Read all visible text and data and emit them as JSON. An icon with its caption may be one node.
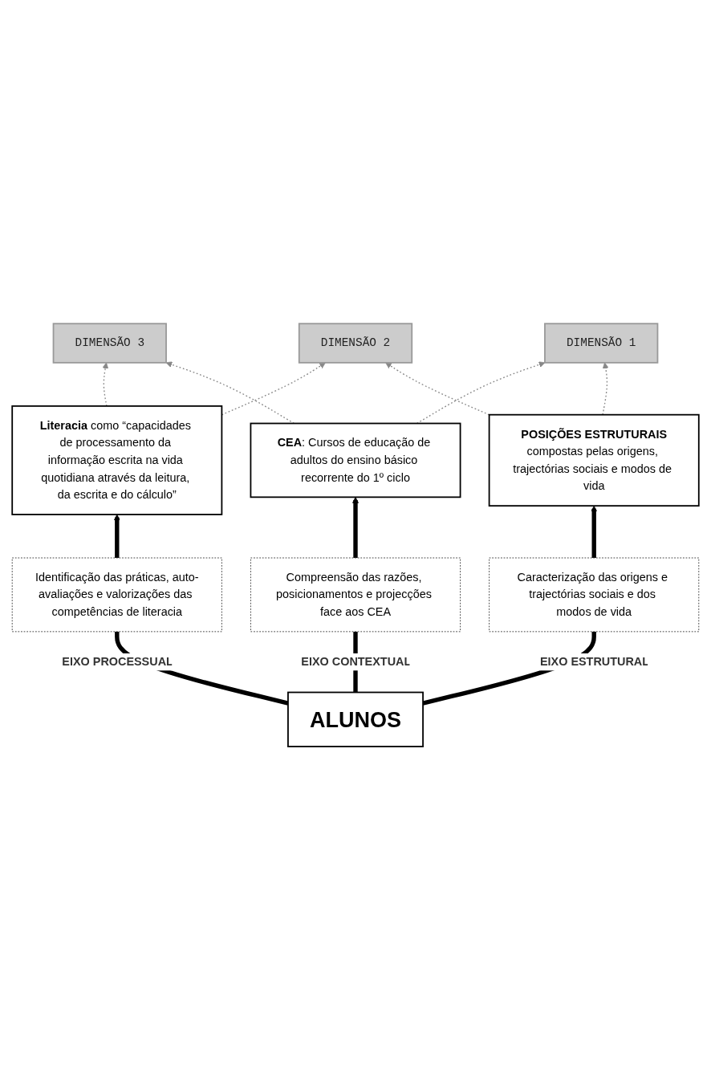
{
  "diagram": {
    "nodes": [
      {
        "text": [
          "DIMENSÃO 3"
        ]
      },
      {
        "text": [
          "**Literacia** como “capacidades de processamento da informação escrita na vida quotidiana através da leitura, da escrita e do cálculo”"
        ]
      },
      {
        "text": [
          "**CEA**: Cursos de educação de adultos do ensino básico recorrente do 1º ciclo"
        ]
      },
      {
        "text": [
          "Identificação das práticas, auto-avaliações e valorizações das competências de literacia"
        ]
      },
      {
        "text": [
          "Compreensão das razões, posicionamentos e projecções face aos CEA"
        ]
      },
      {
        "text": [
          "DIMENSÃO 2"
        ]
      },
      {
        "text": [
          "ALUNOS"
        ]
      },
      {
        "text": [
          "DIMENSÃO 1"
        ]
      },
      {
        "text": [
          "Caracterização das origens e trajectórias sociais e dos modos de vida"
        ]
      },
      {
        "text": [
          "POSIÇÕES ESTRUTURAIS",
          "compostas pelas origens, trajectórias sociais e modos de vida"
        ]
      }
    ],
    "edges": [
      {
        "from": 1,
        "to": 0,
        "arrow": "to",
        "style": "dashed",
        "color": "#888888"
      },
      {
        "from": 2,
        "to": 0,
        "arrow": "to",
        "style": "dashed",
        "color": "#888888"
      },
      {
        "from": 6,
        "to": 3,
        "arrow": "none",
        "style": "thick",
        "color": "#000000",
        "label": "EIXO PROCESSUAL"
      },
      {
        "from": 3,
        "to": 1,
        "arrow": "to",
        "style": "thick",
        "color": "#000000"
      },
      {
        "from": 6,
        "to": 4,
        "arrow": "none",
        "style": "thick",
        "color": "#000000",
        "label": "EIXO CONTEXTUAL"
      },
      {
        "from": 4,
        "to": 2,
        "arrow": "to",
        "style": "thick",
        "color": "#000000"
      },
      {
        "from": 1,
        "to": 5,
        "arrow": "to",
        "style": "dashed",
        "color": "#888888"
      },
      {
        "from": 2,
        "to": 7,
        "arrow": "to",
        "style": "dashed",
        "color": "#888888"
      },
      {
        "from": 6,
        "to": 8,
        "arrow": "none",
        "style": "thick",
        "color": "#000000",
        "label": "EIXO ESTRUTURAL"
      },
      {
        "from": 8,
        "to": 9,
        "arrow": "to",
        "style": "thick",
        "color": "#000000"
      },
      {
        "from": 9,
        "to": 5,
        "arrow": "to",
        "style": "dashed",
        "color": "#888888"
      },
      {
        "from": 9,
        "to": 7,
        "arrow": "to",
        "style": "dashed",
        "color": "#888888"
      }
    ]
  }
}
